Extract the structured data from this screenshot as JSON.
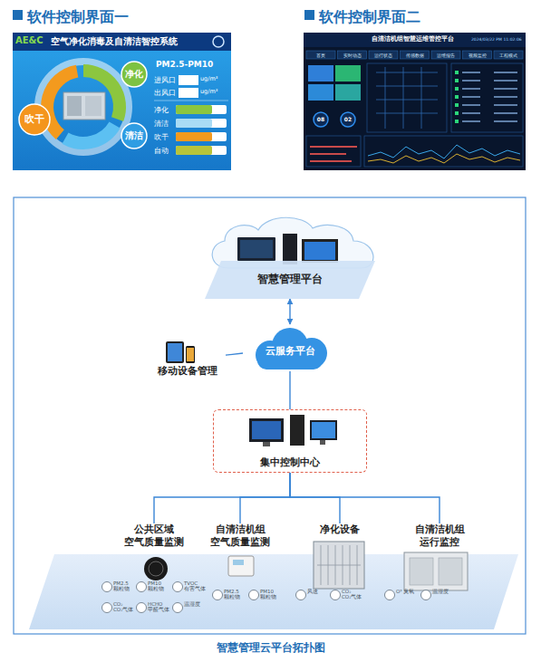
{
  "diagram": {
    "caption": "智慧管理云平台拓扑图",
    "nodes": [
      {
        "text": [
          "智慧管理平台"
        ]
      },
      {
        "text": [
          "云服务平台"
        ]
      },
      {
        "text": [
          "移动设备管理"
        ]
      },
      {
        "text": [
          "集中控制中心"
        ]
      },
      {
        "text": [
          "公共区域 空气质量监测"
        ]
      },
      {
        "text": [
          "自清洁机组 空气质量监测"
        ]
      },
      {
        "text": [
          "净化设备"
        ]
      },
      {
        "text": [
          "自清洁机组 运行监控"
        ]
      }
    ],
    "edges": [
      {
        "from": 0,
        "to": 1,
        "arrow": "both"
      },
      {
        "from": 1,
        "to": 2,
        "arrow": "none"
      },
      {
        "from": 1,
        "to": 3,
        "arrow": "none"
      },
      {
        "from": 3,
        "to": 4,
        "arrow": "none"
      },
      {
        "from": 3,
        "to": 5,
        "arrow": "none"
      },
      {
        "from": 3,
        "to": 6,
        "arrow": "none"
      },
      {
        "from": 3,
        "to": 7,
        "arrow": "none"
      }
    ],
    "labels": [
      "软件控制界面一",
      "软件控制界面二",
      "AE&C",
      "空气净化消毒及自清洁智控系统",
      "净化",
      "吹干",
      "清洁",
      "PM2.5-PM10",
      "进风口",
      "ug/m³",
      "出风口",
      "ug/m³",
      "净化",
      "清洁",
      "吹干",
      "自动",
      "自清洁机组智慧运维管控平台",
      "2024/03/22 PM 11:02:06",
      "首页",
      "实时动态",
      "运行状态",
      "传感数据",
      "运维报告",
      "视频监控",
      "工程模式",
      "08",
      "02",
      "PM2.5 颗粒物",
      "PM10 颗粒物",
      "TVOC 有害气体",
      "CO₂ CO₂气体",
      "HCHO 甲醛气体",
      "温湿度",
      "PM2.5 颗粒物",
      "PM10 颗粒物",
      "风速",
      "CO₂ CO₂气体",
      "O³ 臭氧",
      "温湿度"
    ]
  }
}
